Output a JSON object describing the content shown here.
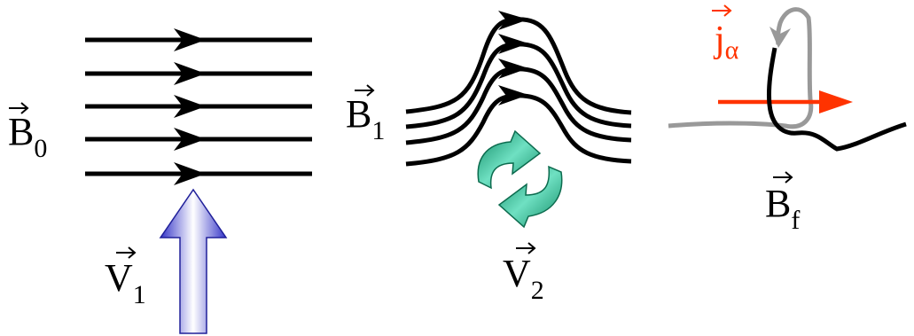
{
  "colors": {
    "field_line": "#000000",
    "current": "#ff3300",
    "twisted_field": "#999999",
    "vortex": "#1aa37a",
    "flow_arrow": "#3333cc",
    "background": "#ffffff"
  },
  "panels": [
    {
      "id": "panel-1",
      "field_label": {
        "symbol": "B",
        "subscript": "0",
        "vector": true
      },
      "velocity_label": {
        "symbol": "V",
        "subscript": "1",
        "vector": true
      },
      "field_lines": 5,
      "flow_arrow_icon": "upward-block-arrow-icon"
    },
    {
      "id": "panel-2",
      "field_label": {
        "symbol": "B",
        "subscript": "1",
        "vector": true
      },
      "velocity_label": {
        "symbol": "V",
        "subscript": "2",
        "vector": true
      },
      "field_lines": 4,
      "vortex_icon": "circular-arrows-icon"
    },
    {
      "id": "panel-3",
      "field_label": {
        "symbol": "B",
        "subscript": "f",
        "vector": true
      },
      "current_label": {
        "symbol": "j",
        "subscript": "α",
        "vector": true
      }
    }
  ]
}
